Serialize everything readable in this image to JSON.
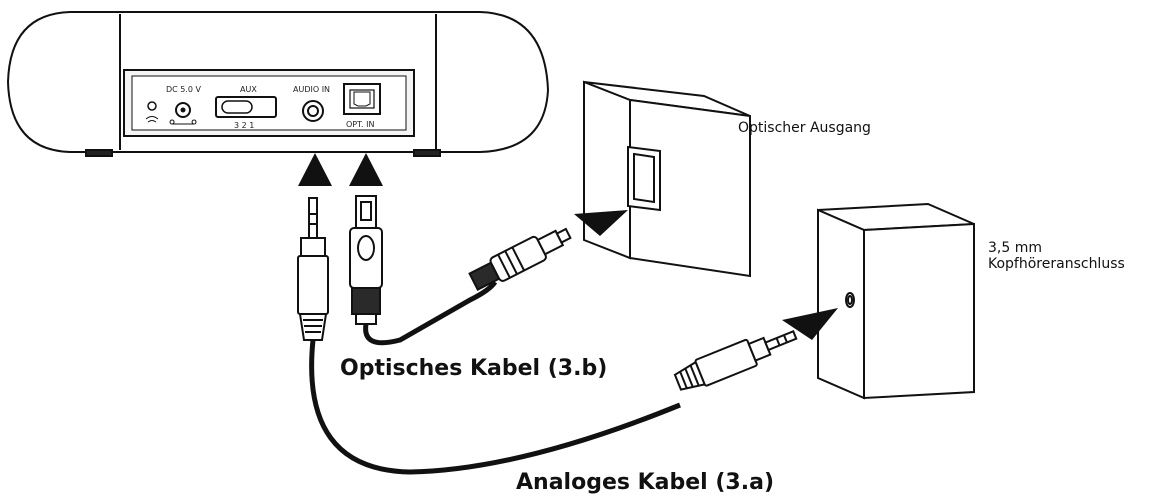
{
  "device": {
    "port_labels": {
      "dc": "DC 5.0 V",
      "aux": "AUX",
      "aux_positions": "3  2  1",
      "audio_in": "AUDIO IN",
      "opt_in": "OPT. IN"
    }
  },
  "labels": {
    "optical_output": "Optischer Ausgang",
    "headphone_jack_line1": "3,5 mm",
    "headphone_jack_line2": "Kopfhöreranschluss",
    "optical_cable": "Optisches Kabel  (3.b)",
    "analog_cable": "Analoges Kabel (3.a)"
  },
  "colors": {
    "line": "#111111",
    "fill": "#ffffff",
    "shade": "#e6e6e6"
  }
}
